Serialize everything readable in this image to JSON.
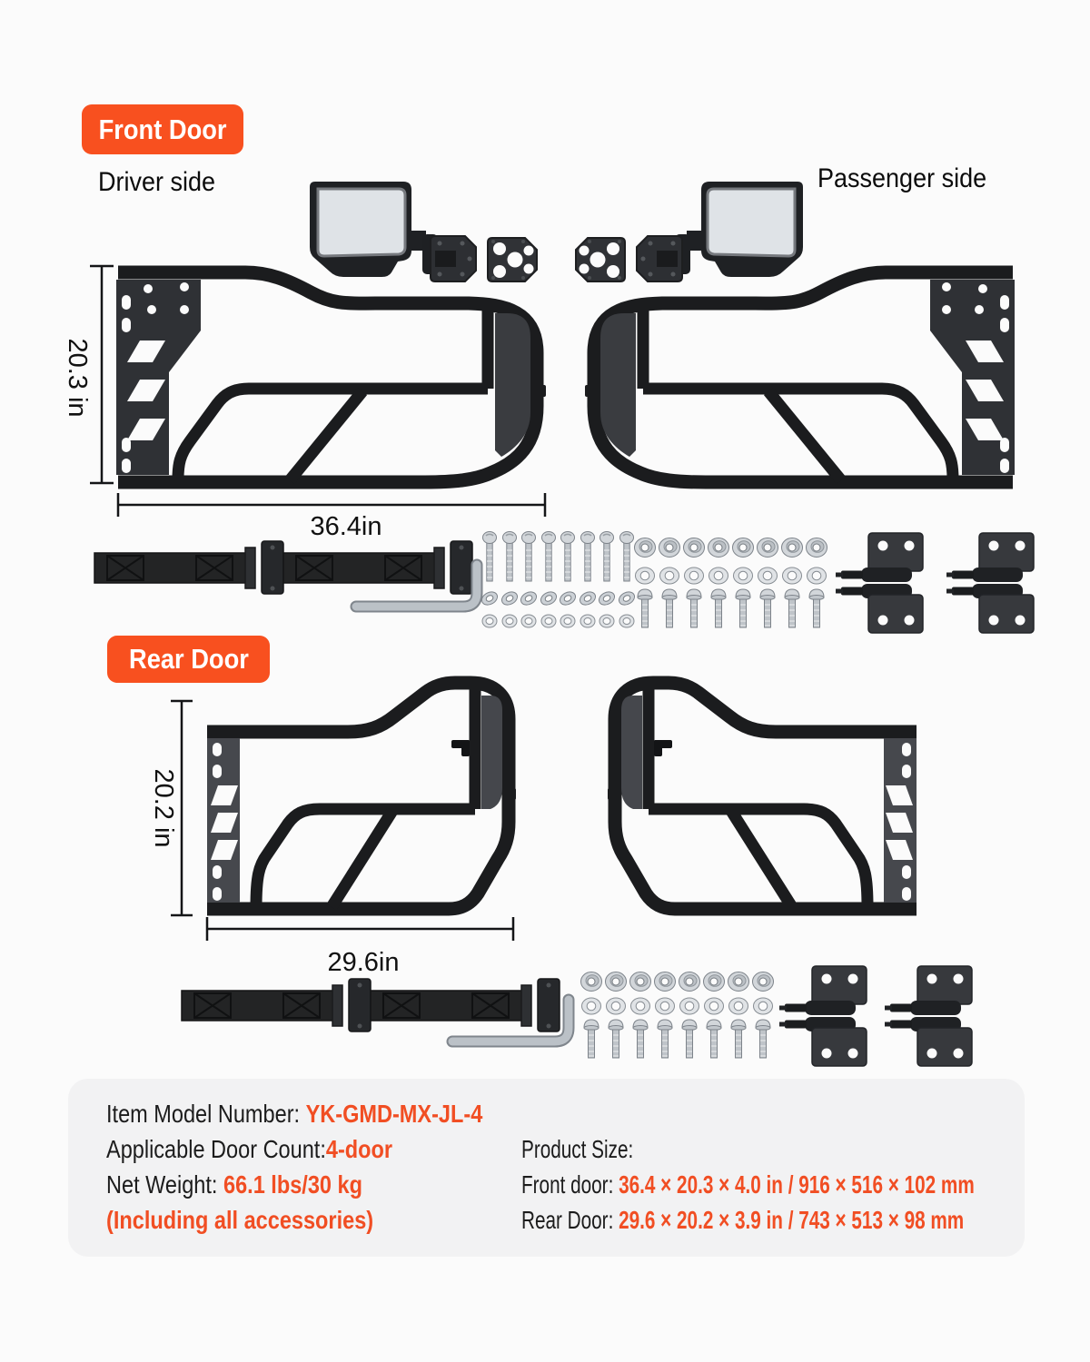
{
  "page": {
    "accent": "#f8501f",
    "value_color": "#f14e23"
  },
  "front_section": {
    "badge": "Front Door",
    "driver_label": "Driver side",
    "passenger_label": "Passenger side",
    "height_dim": "20.3 in",
    "width_dim": "36.4in"
  },
  "rear_section": {
    "badge": "Rear Door",
    "height_dim": "20.2 in",
    "width_dim": "29.6in"
  },
  "specs": {
    "model_label": "Item Model Number: ",
    "model_value": "YK-GMD-MX-JL-4",
    "door_count_label": "Applicable Door Count:",
    "door_count_value": "4-door",
    "weight_label": "Net Weight: ",
    "weight_value": "66.1 lbs/30 kg",
    "weight_note": "(Including all accessories)",
    "size_label": "Product Size:",
    "front_size_label": "Front door: ",
    "front_size_value": "36.4 × 20.3 × 4.0 in / 916 × 516 × 102 mm",
    "rear_size_label": "Rear Door: ",
    "rear_size_value": "29.6 × 20.2 × 3.9 in / 743 × 513 × 98 mm"
  }
}
